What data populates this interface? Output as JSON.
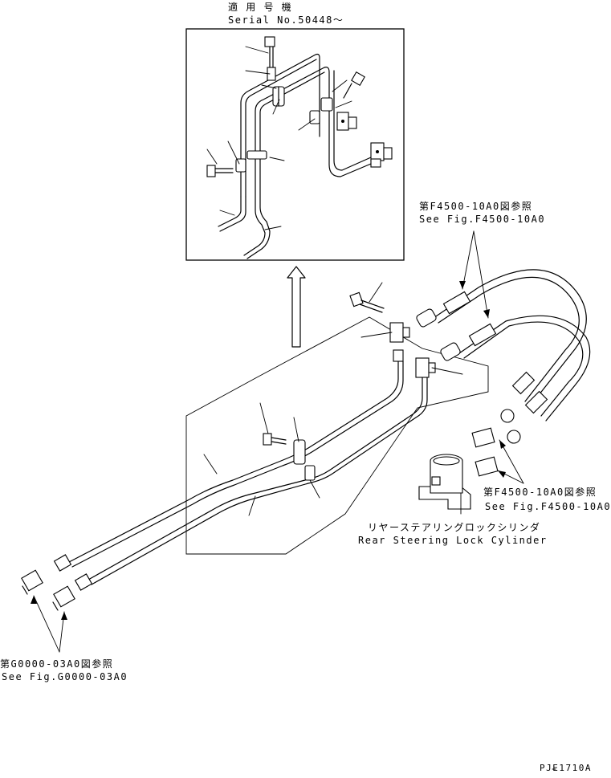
{
  "inset": {
    "title_jp": "適 用 号 機",
    "serial": "Serial No.50448～"
  },
  "callouts": {
    "ref_top_jp": "第F4500-10A0図参照",
    "ref_top_en": "See Fig.F4500-10A0",
    "ref_mid_jp": "第F4500-10A0図参照",
    "ref_mid_en": "See Fig.F4500-10A0",
    "ref_left_jp": "第G0000-03A0図参照",
    "ref_left_en": "See Fig.G0000-03A0",
    "cylinder_jp": "リヤーステアリングロックシリンダ",
    "cylinder_en": "Rear Steering Lock Cylinder"
  },
  "drawing_code": "PJE1710A"
}
